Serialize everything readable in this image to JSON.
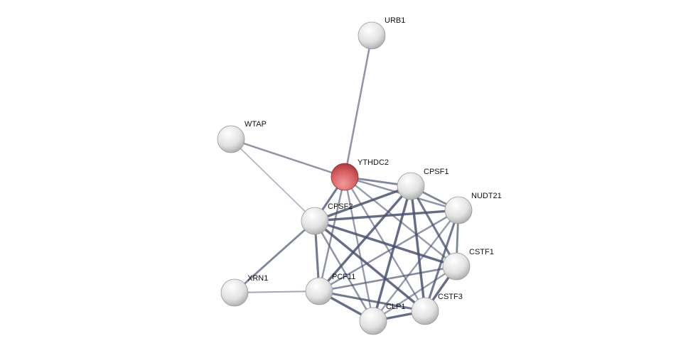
{
  "colors": {
    "query_node": "#d9595c",
    "node": "#e4e4e4",
    "edge": "#4a5270"
  },
  "nodes": [
    {
      "id": "URB1",
      "query": false
    },
    {
      "id": "WTAP",
      "query": false
    },
    {
      "id": "YTHDC2",
      "query": true
    },
    {
      "id": "CPSF1",
      "query": false
    },
    {
      "id": "NUDT21",
      "query": false
    },
    {
      "id": "CPSF2",
      "query": false
    },
    {
      "id": "CSTF1",
      "query": false
    },
    {
      "id": "XRN1",
      "query": false
    },
    {
      "id": "PCF11",
      "query": false
    },
    {
      "id": "CSTF3",
      "query": false
    },
    {
      "id": "CLP1",
      "query": false
    }
  ],
  "edges": [
    [
      "URB1",
      "YTHDC2",
      0.5
    ],
    [
      "WTAP",
      "YTHDC2",
      0.5
    ],
    [
      "WTAP",
      "CPSF2",
      0.25
    ],
    [
      "XRN1",
      "CPSF2",
      0.6
    ],
    [
      "XRN1",
      "PCF11",
      0.35
    ],
    [
      "YTHDC2",
      "CPSF1",
      0.6
    ],
    [
      "YTHDC2",
      "NUDT21",
      0.5
    ],
    [
      "YTHDC2",
      "CPSF2",
      0.7
    ],
    [
      "YTHDC2",
      "CSTF1",
      0.45
    ],
    [
      "YTHDC2",
      "PCF11",
      0.5
    ],
    [
      "YTHDC2",
      "CSTF3",
      0.45
    ],
    [
      "YTHDC2",
      "CLP1",
      0.45
    ],
    [
      "CPSF1",
      "NUDT21",
      0.6
    ],
    [
      "CPSF1",
      "CPSF2",
      0.8
    ],
    [
      "CPSF1",
      "CSTF1",
      0.7
    ],
    [
      "CPSF1",
      "PCF11",
      0.8
    ],
    [
      "CPSF1",
      "CSTF3",
      0.8
    ],
    [
      "CPSF1",
      "CLP1",
      0.8
    ],
    [
      "NUDT21",
      "CPSF2",
      0.8
    ],
    [
      "NUDT21",
      "CSTF1",
      0.6
    ],
    [
      "NUDT21",
      "PCF11",
      0.5
    ],
    [
      "NUDT21",
      "CSTF3",
      0.7
    ],
    [
      "NUDT21",
      "CLP1",
      0.45
    ],
    [
      "CPSF2",
      "CSTF1",
      0.8
    ],
    [
      "CPSF2",
      "PCF11",
      0.7
    ],
    [
      "CPSF2",
      "CSTF3",
      0.8
    ],
    [
      "CPSF2",
      "CLP1",
      0.5
    ],
    [
      "CSTF1",
      "PCF11",
      0.55
    ],
    [
      "CSTF1",
      "CSTF3",
      0.8
    ],
    [
      "CSTF1",
      "CLP1",
      0.45
    ],
    [
      "PCF11",
      "CSTF3",
      0.7
    ],
    [
      "PCF11",
      "CLP1",
      0.8
    ],
    [
      "CSTF3",
      "CLP1",
      0.8
    ]
  ]
}
